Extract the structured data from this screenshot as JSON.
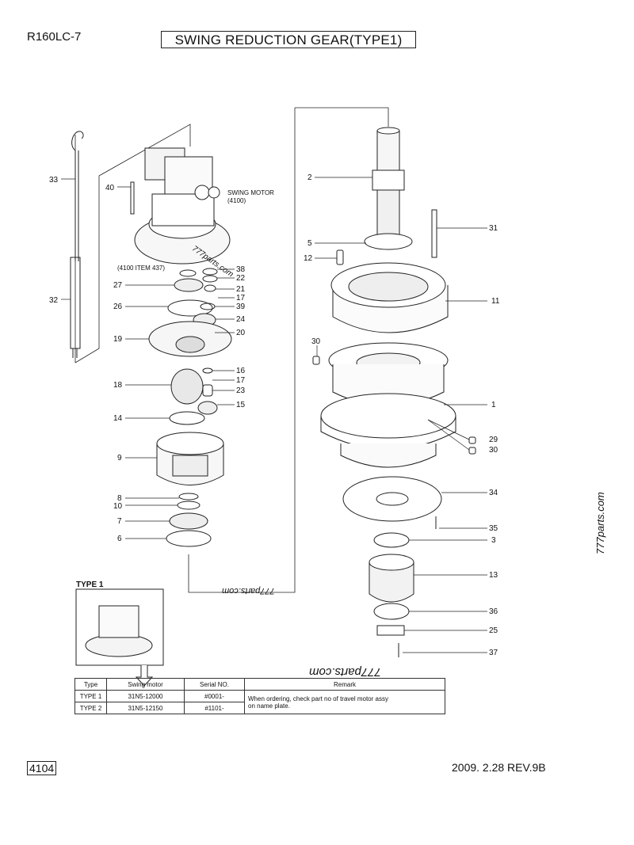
{
  "header": {
    "model": "R160LC-7",
    "title": "SWING REDUCTION GEAR(TYPE1)"
  },
  "footer": {
    "page": "4104",
    "revision": "2009. 2.28  REV.9B"
  },
  "watermarks": {
    "side": "777parts.com",
    "middle": "777parts.com",
    "table": "777parts.com",
    "motor": "777parts.com"
  },
  "diagram": {
    "motor_label": [
      "SWING MOTOR",
      "(4100)"
    ],
    "ref_label": "(4100 ITEM 437)",
    "type_label": "TYPE 1",
    "callouts": [
      "33",
      "40",
      "32",
      "38",
      "22",
      "27",
      "21",
      "17",
      "26",
      "39",
      "24",
      "20",
      "19",
      "16",
      "17",
      "18",
      "23",
      "15",
      "14",
      "9",
      "8",
      "10",
      "7",
      "6",
      "2",
      "5",
      "12",
      "31",
      "11",
      "30",
      "1",
      "29",
      "30",
      "34",
      "35",
      "3",
      "13",
      "36",
      "25",
      "37"
    ]
  },
  "table": {
    "headers": [
      "Type",
      "Swing motor",
      "Serial NO.",
      "Remark"
    ],
    "rows": [
      [
        "TYPE 1",
        "31N5-12000",
        "#0001-"
      ],
      [
        "TYPE 2",
        "31N5-12150",
        "#1101-"
      ]
    ],
    "remark": [
      "When ordering, check part no of travel motor assy",
      "on name plate."
    ]
  }
}
